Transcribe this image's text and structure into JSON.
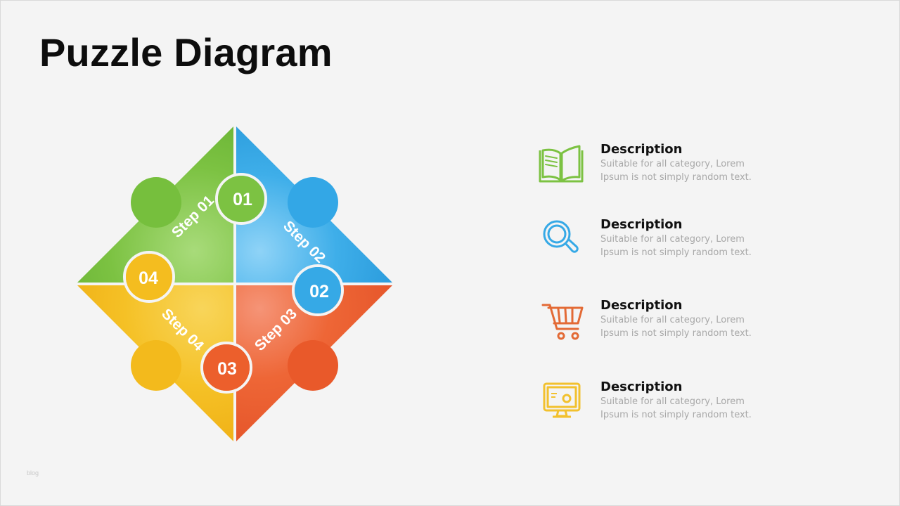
{
  "slide": {
    "title": "Puzzle Diagram",
    "watermark": "blog"
  },
  "puzzle": {
    "pieces": [
      {
        "step_label": "Step 01",
        "number": "01",
        "color": "#7cc242"
      },
      {
        "step_label": "Step 02",
        "number": "02",
        "color": "#36a9e6"
      },
      {
        "step_label": "Step 03",
        "number": "03",
        "color": "#ec5f2c"
      },
      {
        "step_label": "Step 04",
        "number": "04",
        "color": "#f4bd1f"
      }
    ]
  },
  "descriptions": [
    {
      "heading": "Description",
      "line1": "Suitable for all category, Lorem",
      "line2": "Ipsum is not simply random text.",
      "icon": "book-icon",
      "icon_color": "#7cc242"
    },
    {
      "heading": "Description",
      "line1": "Suitable for all category, Lorem",
      "line2": "Ipsum is not simply random text.",
      "icon": "magnifier-icon",
      "icon_color": "#36a9e6"
    },
    {
      "heading": "Description",
      "line1": "Suitable for all category, Lorem",
      "line2": "Ipsum is not simply random text.",
      "icon": "shopping-cart-icon",
      "icon_color": "#e36a35"
    },
    {
      "heading": "Description",
      "line1": "Suitable for all category, Lorem",
      "line2": "Ipsum is not simply random text.",
      "icon": "monitor-icon",
      "icon_color": "#f2c12e"
    }
  ]
}
